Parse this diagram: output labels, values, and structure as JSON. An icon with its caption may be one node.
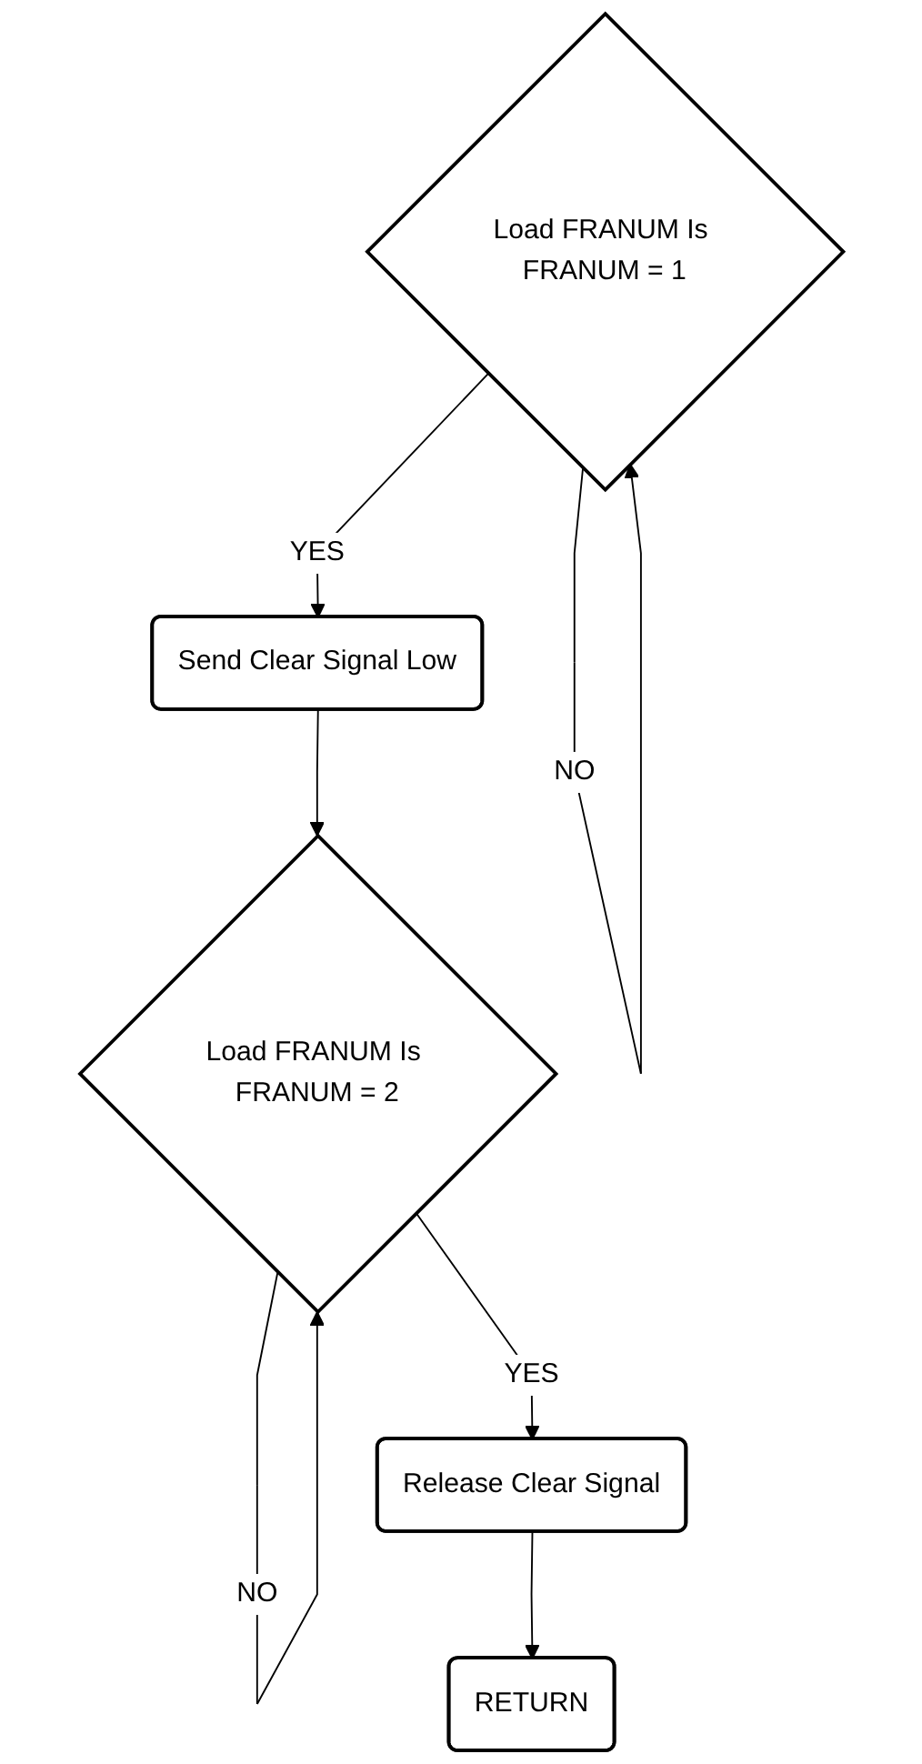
{
  "diagram": {
    "nodes": [
      {
        "text": [
          "Load FRANUM Is FRANUM = 1"
        ]
      },
      {
        "text": [
          "Send Clear Signal Low"
        ]
      },
      {
        "text": [
          "Load FRANUM Is FRANUM = 2"
        ]
      },
      {
        "text": [
          "Release Clear Signal"
        ]
      },
      {
        "text": [
          "RETURN"
        ]
      }
    ],
    "edges": [
      {
        "from": 0,
        "to": 0,
        "label": "NO",
        "arrow": "to"
      },
      {
        "from": 0,
        "to": 1,
        "label": "YES",
        "arrow": "to"
      },
      {
        "from": 1,
        "to": 2,
        "arrow": "to"
      },
      {
        "from": 2,
        "to": 2,
        "label": "NO",
        "arrow": "to"
      },
      {
        "from": 2,
        "to": 3,
        "label": "YES",
        "arrow": "to"
      },
      {
        "from": 3,
        "to": 4,
        "arrow": "to"
      }
    ]
  }
}
